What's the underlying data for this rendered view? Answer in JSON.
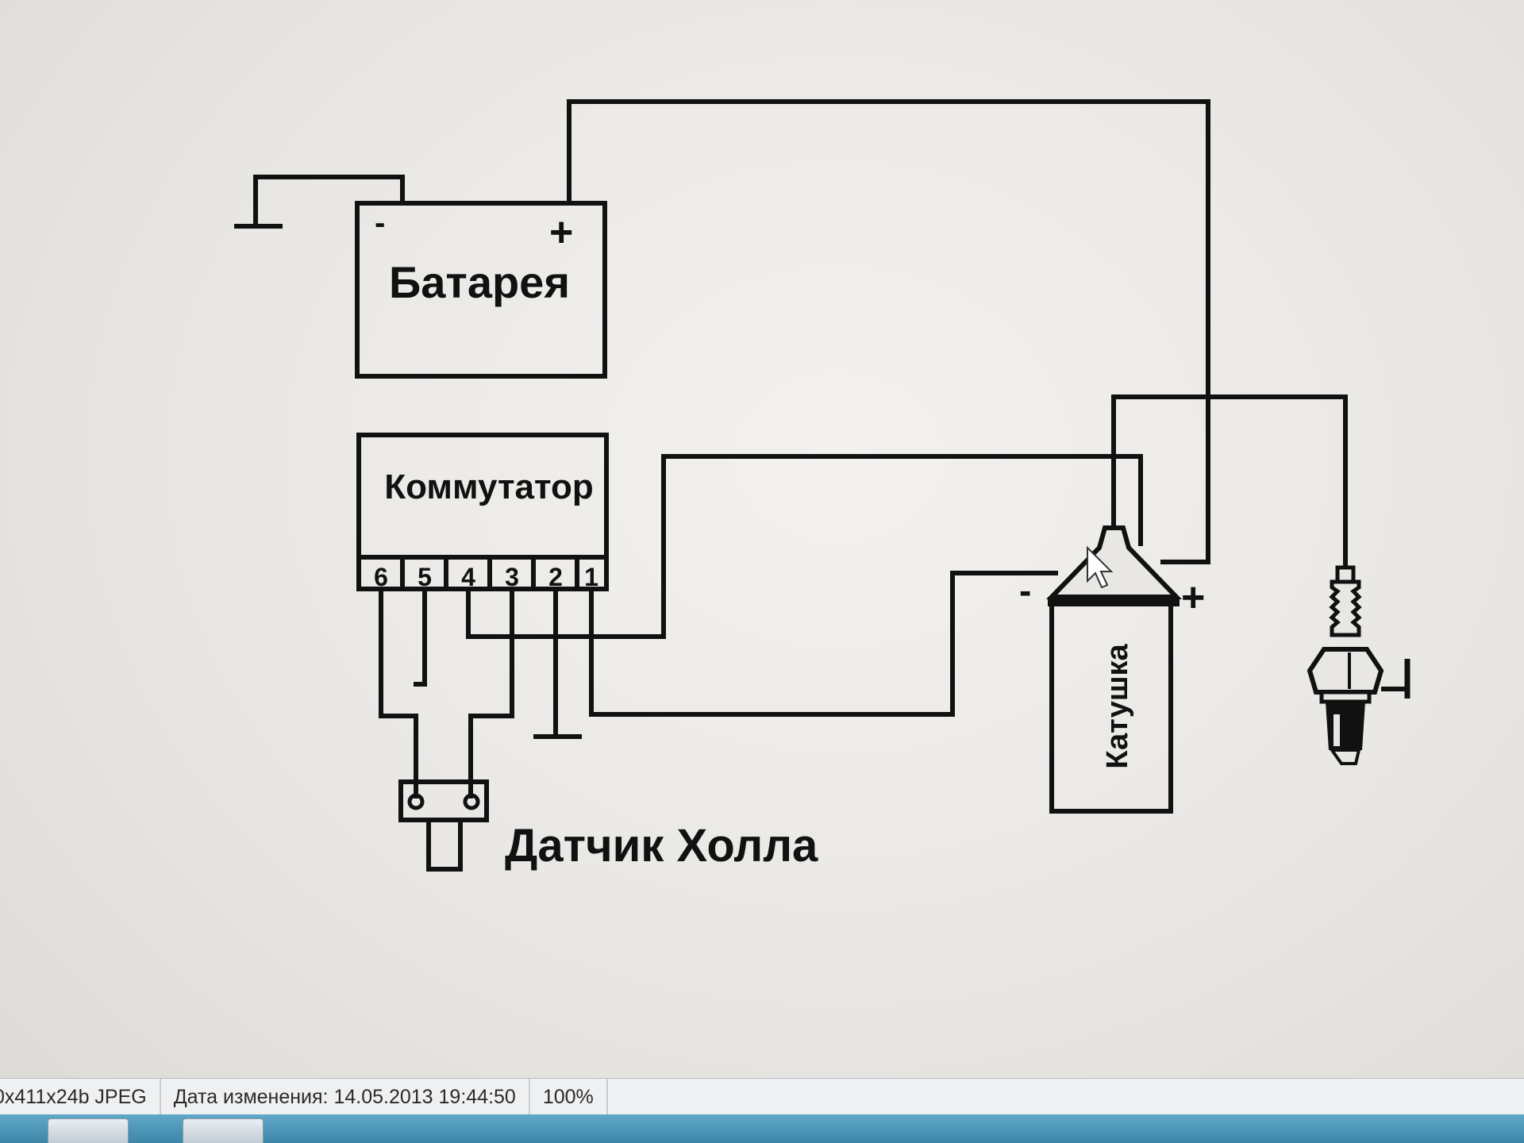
{
  "diagram": {
    "battery": {
      "label": "Батарея",
      "minus": "-",
      "plus": "+"
    },
    "commutator": {
      "label": "Коммутатор",
      "pins": [
        "6",
        "5",
        "4",
        "3",
        "2",
        "1"
      ]
    },
    "hall_sensor": {
      "label": "Датчик Холла"
    },
    "coil": {
      "label": "Катушка",
      "minus": "-",
      "plus": "+"
    }
  },
  "status_bar": {
    "image_info": "0x411x24b JPEG",
    "modified": "Дата изменения: 14.05.2013 19:44:50",
    "zoom": "100%"
  },
  "taskbar": {
    "buttons": [
      "app-1",
      "app-2"
    ]
  },
  "icons": [
    "ground-icon",
    "cursor-icon",
    "spark-plug-icon"
  ]
}
